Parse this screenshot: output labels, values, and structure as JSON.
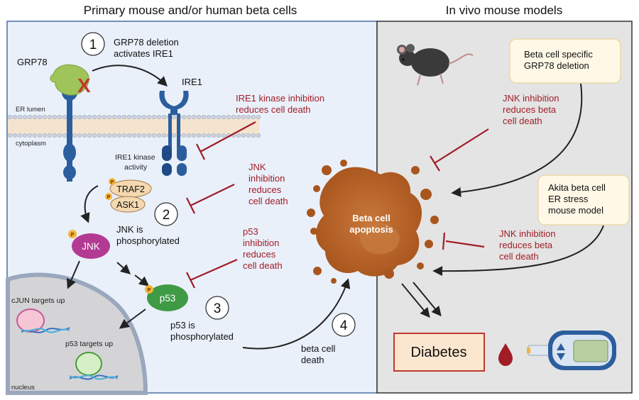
{
  "headers": {
    "left": "Primary mouse and/or human beta cells",
    "right": "In vivo mouse models"
  },
  "steps": {
    "s1": {
      "num": "1",
      "line1": "GRP78 deletion",
      "line2": "activates IRE1"
    },
    "s2": {
      "num": "2",
      "line1": "JNK is",
      "line2": "phosphorylated"
    },
    "s3": {
      "num": "3",
      "line1": "p53 is",
      "line2": "phosphorylated"
    },
    "s4": {
      "num": "4",
      "line1": "beta cell",
      "line2": "death"
    }
  },
  "labels": {
    "grp78": "GRP78",
    "ire1": "IRE1",
    "er_lumen": "ER lumen",
    "cytoplasm": "cytoplasm",
    "ire1_kinase_1": "IRE1 kinase",
    "ire1_kinase_2": "activity",
    "traf2": "TRAF2",
    "ask1": "ASK1",
    "jnk": "JNK",
    "p53": "p53",
    "phospho": "P",
    "cjun_targets": "cJUN targets up",
    "p53_targets": "p53 targets up",
    "nucleus": "nucleus",
    "deletion_mark": "X",
    "apoptosis_1": "Beta cell",
    "apoptosis_2": "apoptosis",
    "diabetes": "Diabetes"
  },
  "inhibitions": {
    "ire1": {
      "line1": "IRE1 kinase inhibition",
      "line2": "reduces cell death"
    },
    "jnk": {
      "line1": "JNK",
      "line2": "inhibition",
      "line3": "reduces",
      "line4": "cell death"
    },
    "p53": {
      "line1": "p53",
      "line2": "inhibition",
      "line3": "reduces",
      "line4": "cell death"
    },
    "jnk_vivo_1": {
      "line1": "JNK inhibition",
      "line2": "reduces beta",
      "line3": "cell death"
    },
    "jnk_vivo_2": {
      "line1": "JNK inhibition",
      "line2": "reduces beta",
      "line3": "cell death"
    }
  },
  "models": {
    "grp78_del": {
      "line1": "Beta cell specific",
      "line2": "GRP78 deletion"
    },
    "akita": {
      "line1": "Akita beta cell",
      "line2": "ER stress",
      "line3": "mouse model"
    }
  },
  "colors": {
    "left_panel_bg": "#e9f0fa",
    "right_panel_bg": "#e4e4e4",
    "inhibition_red": "#a11d26",
    "jnk_magenta": "#b23a93",
    "p53_green": "#3e9a45",
    "apoptosis_brown": "#b8642a",
    "diabetes_box_bg": "#fbe7cf",
    "diabetes_border": "#c0392b",
    "phospho_yellow": "#f4b33a",
    "receptor_blue": "#2c5e9e",
    "grp78_green": "#9fc45a"
  }
}
